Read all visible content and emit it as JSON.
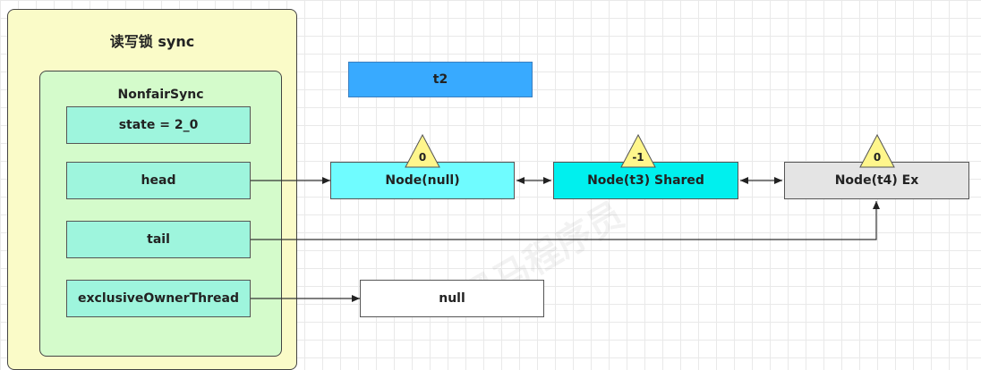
{
  "outer": {
    "title": "读写锁 sync"
  },
  "inner": {
    "title": "NonfairSync"
  },
  "fields": {
    "state": "state = 2_0",
    "head": "head",
    "tail": "tail",
    "owner": "exclusiveOwnerThread"
  },
  "thread_box": {
    "label": "t2"
  },
  "nodes": [
    {
      "label": "Node(null)",
      "status": "0"
    },
    {
      "label": "Node(t3) Shared",
      "status": "-1"
    },
    {
      "label": "Node(t4) Ex",
      "status": "0"
    }
  ],
  "null_box": {
    "label": "null"
  },
  "colors": {
    "outer_fill": "#fafbc8",
    "inner_fill": "#d4fbcb",
    "field_fill": "#9ef5dd",
    "thread_fill": "#38aaff",
    "node_null_fill": "#6ffcff",
    "node_t3_fill": "#00f0ee",
    "node_t4_fill": "#e4e4e4",
    "status_triangle_fill": "#fff68c"
  }
}
